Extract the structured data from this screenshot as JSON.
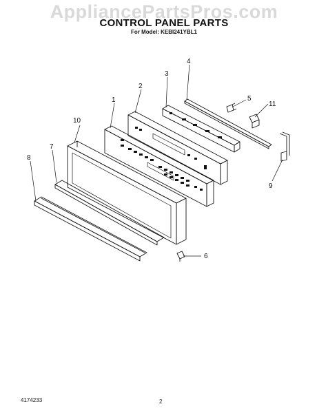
{
  "watermark": "AppliancePartsPros.com",
  "title": "CONTROL PANEL PARTS",
  "subtitle": "For Model: KEBI241YBL1",
  "doc_number": "4174233",
  "page_number": "2",
  "callouts": {
    "c1": "1",
    "c2": "2",
    "c3": "3",
    "c4": "4",
    "c5": "5",
    "c6": "6",
    "c7": "7",
    "c8": "8",
    "c9": "9",
    "c10": "10",
    "c11": "11"
  }
}
